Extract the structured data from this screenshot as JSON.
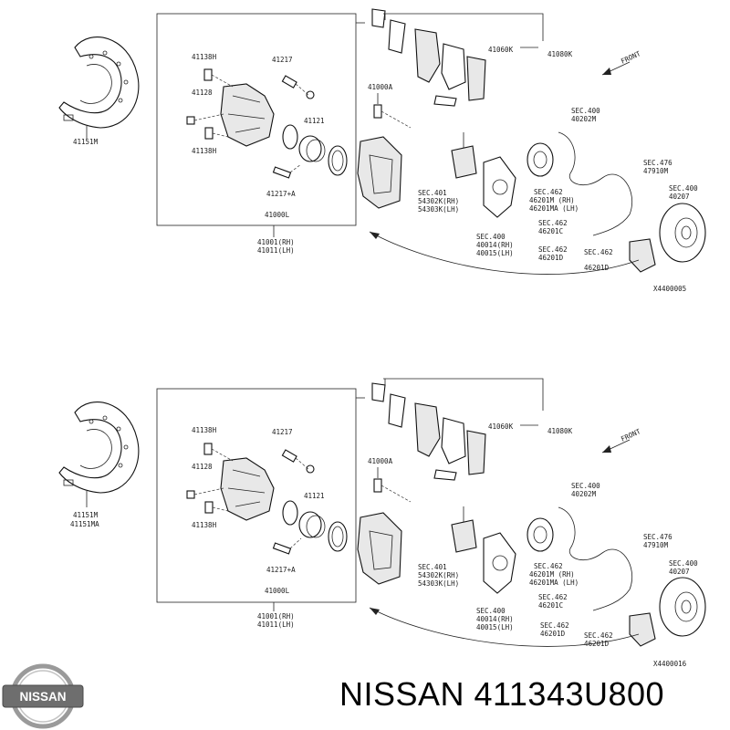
{
  "caption": "NISSAN 411343U800",
  "logo": {
    "text": "NISSAN",
    "colors": {
      "ring": "#9a9a9a",
      "band": "#6e6e6e",
      "letters": "#ffffff"
    }
  },
  "diagram_top": {
    "code": "X4400005",
    "labels": {
      "shield": "41151M",
      "h41138a": "41138H",
      "h41128": "41128",
      "h41138b": "41138H",
      "h41217": "41217",
      "h41121": "41121",
      "h41217a": "41217+A",
      "caliper": "41000L",
      "caliper_rh": "41001(RH)",
      "caliper_lh": "41011(LH)",
      "bolt": "41000A",
      "pad_kit": "41060K",
      "pad_set": "41080K",
      "front": "FRONT",
      "sec401a": "SEC.401",
      "sec401b": "54302K(RH)",
      "sec401c": "54303K(LH)",
      "sec400a": "SEC.400",
      "sec400b": "40014(RH)",
      "sec400c": "40015(LH)",
      "sec400d": "SEC.400",
      "sec400e": "40202M",
      "sec476a": "SEC.476",
      "sec476b": "47910M",
      "sec400f": "SEC.400",
      "sec400g": "40207",
      "sec462a": "SEC.462",
      "sec462b": "46201M (RH)",
      "sec462c": "46201MA (LH)",
      "sec462d": "SEC.462",
      "sec462e": "46201C",
      "sec462f": "SEC.462",
      "sec462g": "46201D"
    }
  },
  "diagram_bottom": {
    "code": "X4400016",
    "labels": {
      "shield": "41151M",
      "shield2": "41151MA",
      "h41138a": "41138H",
      "h41128": "41128",
      "h41138b": "41138H",
      "h41217": "41217",
      "h41121": "41121",
      "h41217a": "41217+A",
      "caliper": "41000L",
      "caliper_rh": "41001(RH)",
      "caliper_lh": "41011(LH)",
      "bolt": "41000A",
      "pad_kit": "41060K",
      "pad_set": "41080K",
      "front": "FRONT",
      "sec401a": "SEC.401",
      "sec401b": "54302K(RH)",
      "sec401c": "54303K(LH)",
      "sec400a": "SEC.400",
      "sec400b": "40014(RH)",
      "sec400c": "40015(LH)",
      "sec400d": "SEC.400",
      "sec400e": "40202M",
      "sec476a": "SEC.476",
      "sec476b": "47910M",
      "sec400f": "SEC.400",
      "sec400g": "40207",
      "sec462a": "SEC.462",
      "sec462b": "46201M (RH)",
      "sec462c": "46201MA (LH)",
      "sec462d": "SEC.462",
      "sec462e": "46201C",
      "sec462f": "SEC.462",
      "sec462g": "46201D"
    }
  }
}
